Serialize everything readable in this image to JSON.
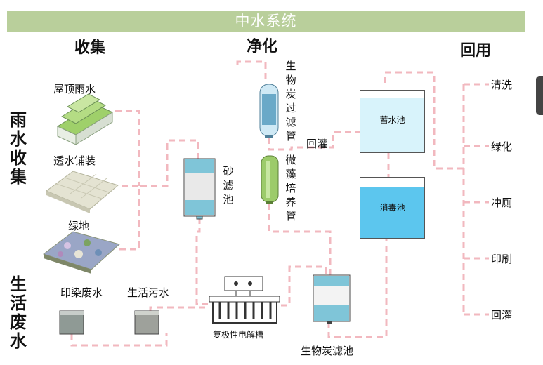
{
  "banner": {
    "title": "中水系统"
  },
  "headers": {
    "collect": "收集",
    "purify": "净化",
    "reuse": "回用"
  },
  "side": {
    "rain": "雨水收集",
    "waste": "生活废水"
  },
  "sources": {
    "roof": "屋顶雨水",
    "permeable": "透水铺装",
    "green": "绿地",
    "dye": "印染废水",
    "domestic": "生活污水"
  },
  "treatment": {
    "sand_filter": "砂滤池",
    "bio_carbon_tube": "生物炭过滤管",
    "algae_tube": "微藻培养管",
    "electrolysis": "复极性电解槽",
    "bio_carbon_pool": "生物炭滤池",
    "irrigation_back": "回灌"
  },
  "tanks": {
    "storage": "蓄水池",
    "disinfect": "消毒池"
  },
  "uses": [
    "清洗",
    "绿化",
    "冲厕",
    "印刷",
    "回灌"
  ],
  "colors": {
    "pipe": "#f2b8bf",
    "banner": "#b9cf9b",
    "storage_water": "#d8f3fb",
    "disinfect_water": "#5cc6ee"
  }
}
